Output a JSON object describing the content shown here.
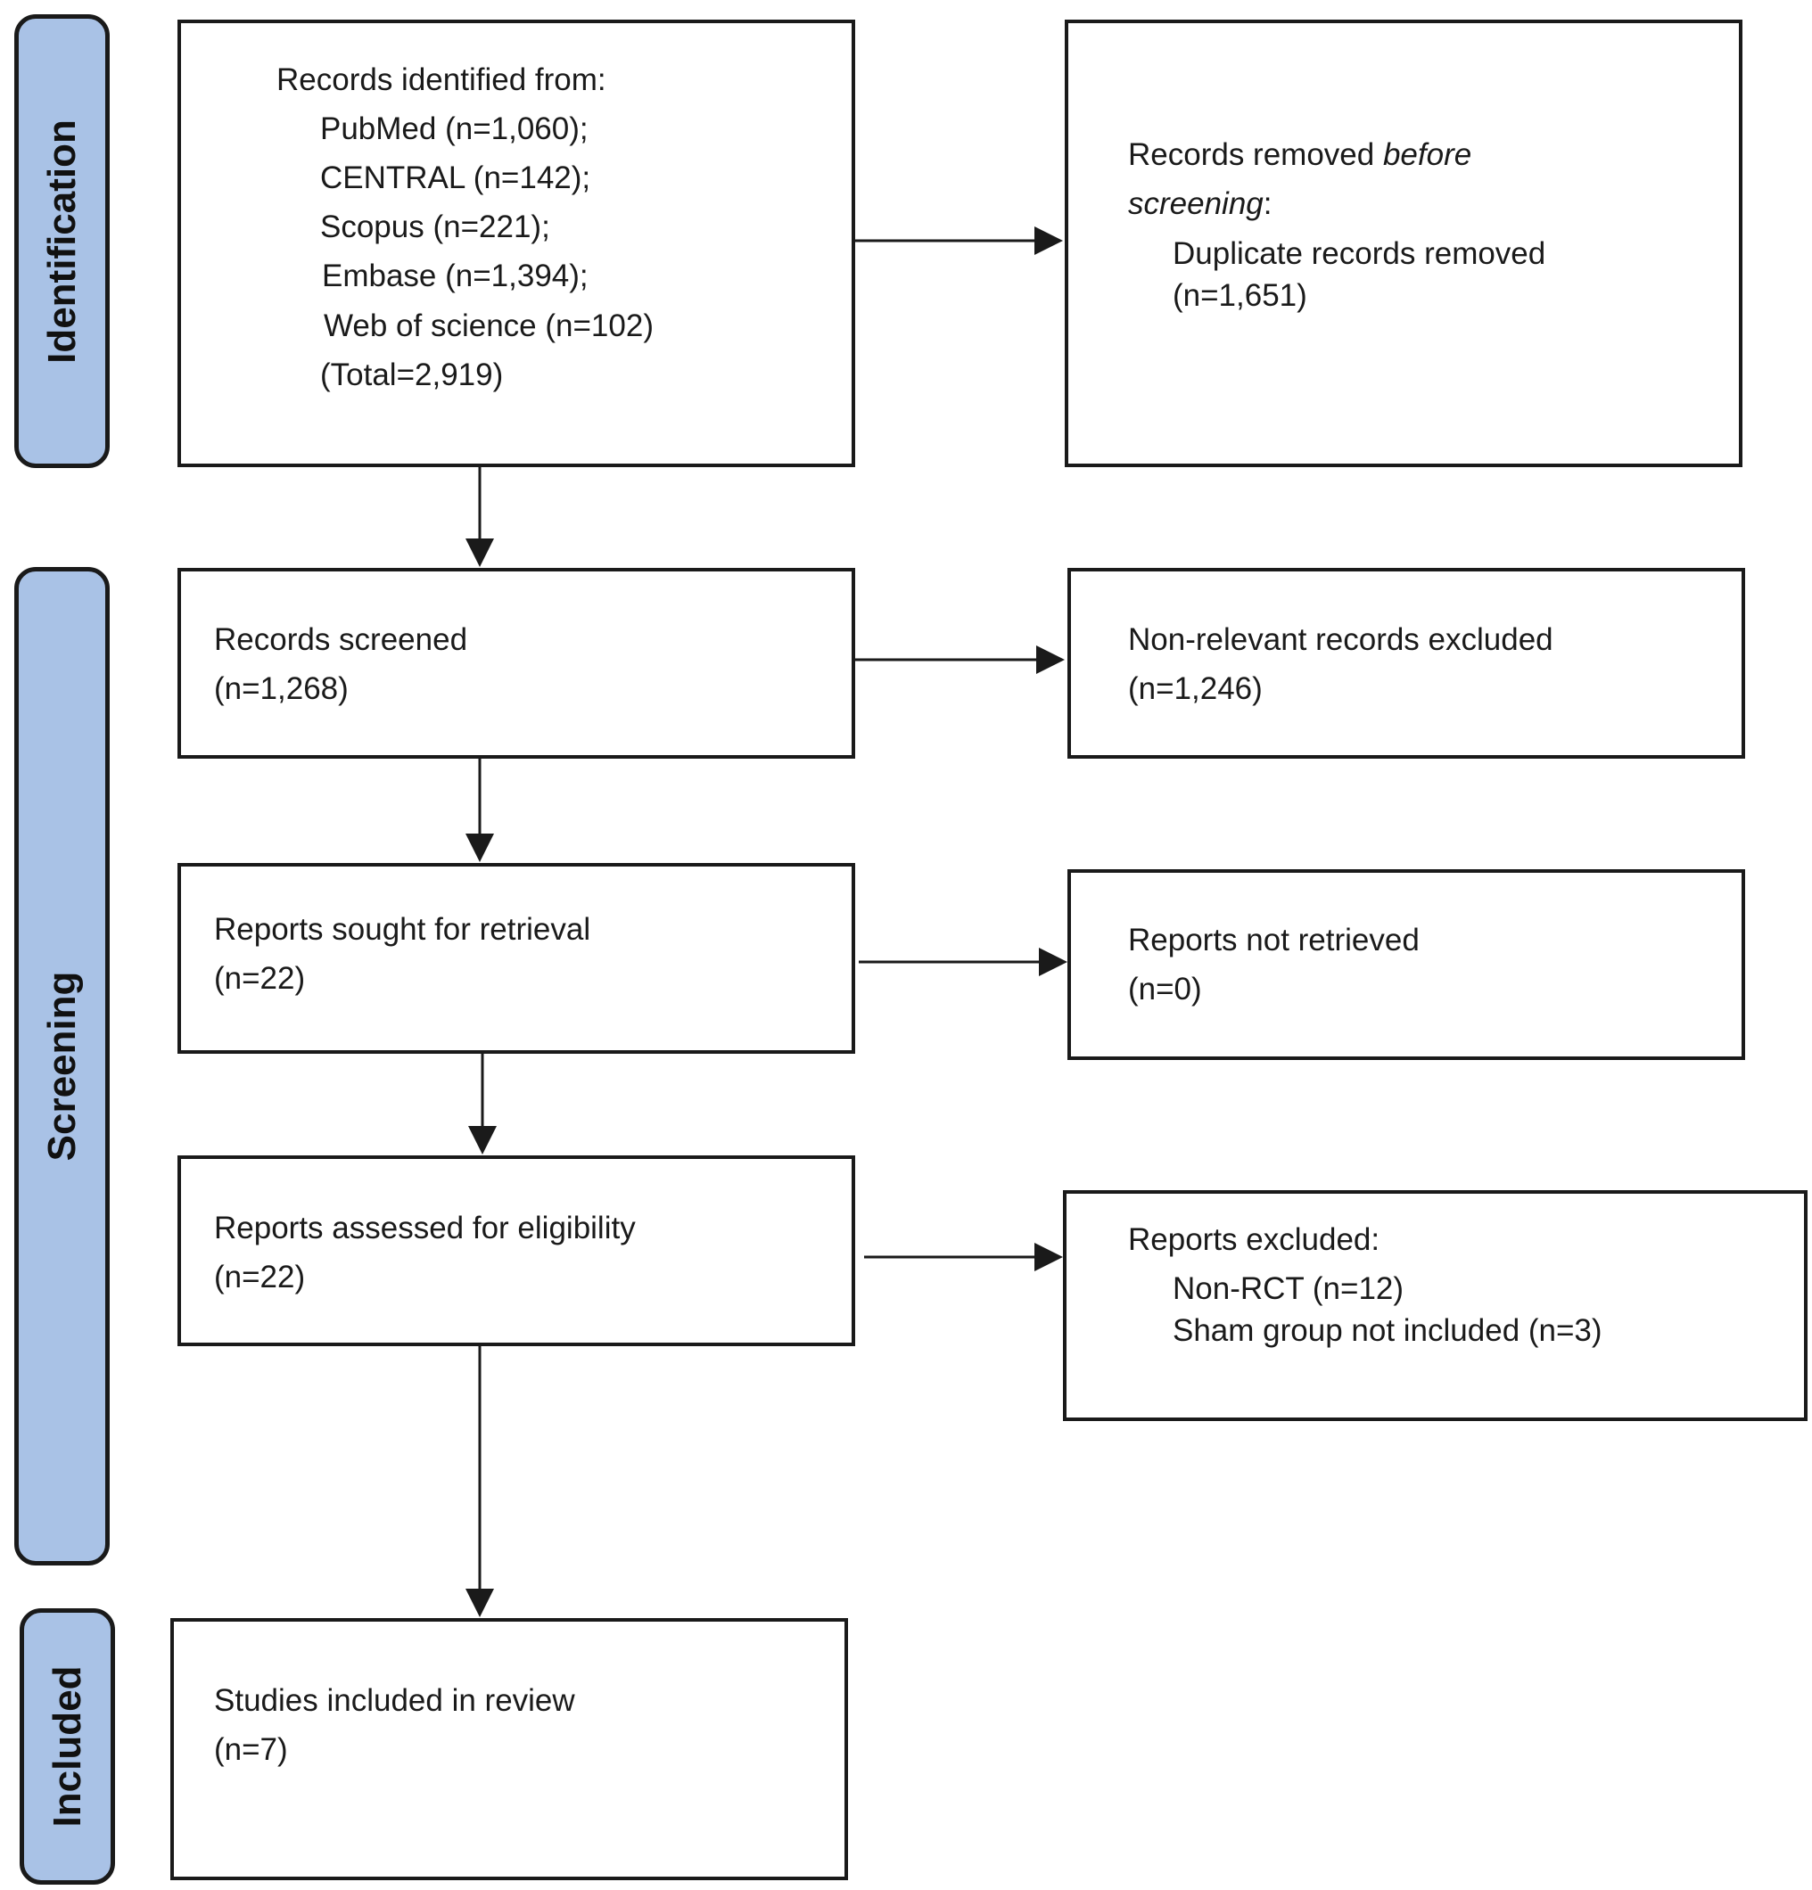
{
  "phases": {
    "identification": "Identification",
    "screening": "Screening",
    "included": "Included"
  },
  "identified": {
    "heading": "Records identified from:",
    "sources": [
      "PubMed (n=1,060);",
      "CENTRAL (n=142);",
      "Scopus (n=221);",
      "Embase (n=1,394);",
      "Web of science (n=102)"
    ],
    "total": "(Total=2,919)"
  },
  "removed": {
    "heading_a": "Records removed ",
    "heading_b": "before",
    "heading_c": "screening",
    "heading_d": ":",
    "line1": "Duplicate records removed",
    "line2": "(n=1,651)"
  },
  "screened": {
    "label": "Records screened",
    "count": "(n=1,268)"
  },
  "nonrelevant": {
    "label": "Non-relevant records excluded",
    "count": "(n=1,246)"
  },
  "sought": {
    "label": "Reports sought for retrieval",
    "count": "(n=22)"
  },
  "notretrieved": {
    "label": "Reports not retrieved",
    "count": "(n=0)"
  },
  "assessed": {
    "label": "Reports assessed for eligibility",
    "count": "(n=22)"
  },
  "excluded": {
    "heading": "Reports excluded:",
    "reasons": [
      "Non-RCT (n=12)",
      "Sham group not included (n=3)"
    ]
  },
  "included": {
    "label": "Studies included in review",
    "count": "(n=7)"
  }
}
